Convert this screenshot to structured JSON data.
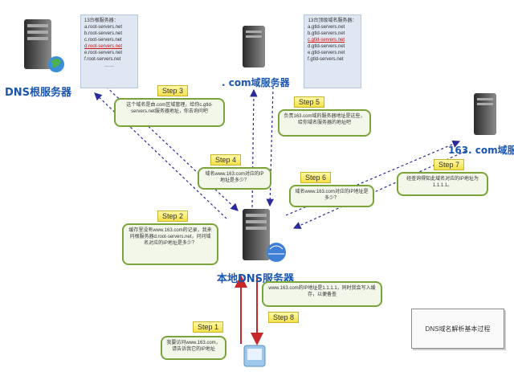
{
  "root_server": {
    "label": "DNS根服务器",
    "list_title": "13台根服务器：",
    "list": [
      "a.root-servers.net",
      "b.root-servers.net",
      "c.root-servers.net",
      "d.root-servers.net",
      "e.root-servers.net",
      "f.root-servers.net",
      "……"
    ],
    "highlight_index": 3
  },
  "com_server": {
    "label": ". com域服务器",
    "list_title": "13台顶级域名服务器：",
    "list": [
      "a.gtld-servers.net",
      "b.gtld-servers.net",
      "c.gtld-servers.net",
      "d.gtld-servers.net",
      "e.gtld-servers.net",
      "f.gtld-servers.net"
    ],
    "highlight_index": 2
  },
  "domain_server": {
    "label": "163. com域服"
  },
  "local_server": {
    "label": "本地DNS服务器"
  },
  "steps": [
    {
      "label": "Step 1",
      "text": "我要访问www.163.com，请告诉我它的IP地址"
    },
    {
      "label": "Step 2",
      "text": "缓存里没有www.163.com的记录，我来问根服务器d.root-servers.net，问问域名对应的IP地址是多少？"
    },
    {
      "label": "Step 3",
      "text": "这个域名是由.com区域管理，给你c.gtld-servers.net服务器地址，你去询问吧"
    },
    {
      "label": "Step 4",
      "text": "域名www.163.com对应的IP地址是多少？"
    },
    {
      "label": "Step 5",
      "text": "负责163.com域的服务器地址是这些，给你域名服务器的地址吧"
    },
    {
      "label": "Step 6",
      "text": "域名www.163.com对应的IP地址是多少？"
    },
    {
      "label": "Step 7",
      "text": "经查询得知此域名对应的IP地址为1.1.1.1。"
    },
    {
      "label": "Step 8",
      "text": "www.163.com的IP地址是1.1.1.1，同时我会写入缓存，以便备查"
    }
  ],
  "caption": "DNS域名解析基本过程",
  "colors": {
    "server_label": "#1a56b0",
    "arrow_dashed": "#2a2a9a",
    "arrow_red": "#c62828",
    "bubble_border": "#7aa43a",
    "step_fill": "#f4e04a"
  }
}
